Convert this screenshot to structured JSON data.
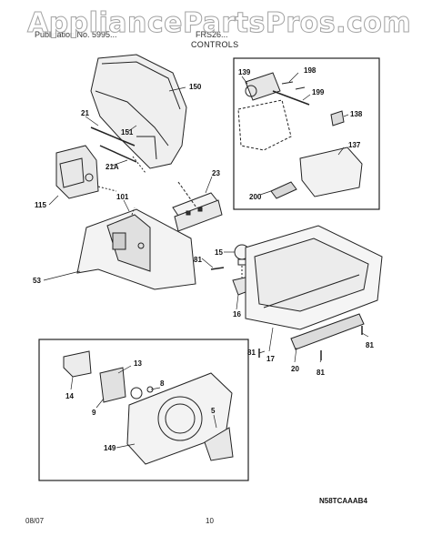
{
  "watermark": "AppliancePartsPros.com",
  "header": {
    "publication_text": "Publication No. 5995...",
    "model_text": "FRS26...",
    "section_title": "CONTROLS"
  },
  "callouts": {
    "c150": "150",
    "c151": "151",
    "c21": "21",
    "c21a": "21A",
    "c115": "115",
    "c101": "101",
    "c23": "23",
    "c53": "53",
    "c15": "15",
    "c81_mid": "81",
    "c16": "16",
    "c139": "139",
    "c198": "198",
    "c199": "199",
    "c138": "138",
    "c137": "137",
    "c200": "200",
    "c81_right": "81",
    "c81_lower": "81",
    "c17": "17",
    "c20": "20",
    "c81_bottom": "81",
    "c13": "13",
    "c14": "14",
    "c8": "8",
    "c9": "9",
    "c5": "5",
    "c149": "149"
  },
  "drawing_code": "N58TCAAAB4",
  "footer": {
    "date": "08/07",
    "page": "10"
  }
}
